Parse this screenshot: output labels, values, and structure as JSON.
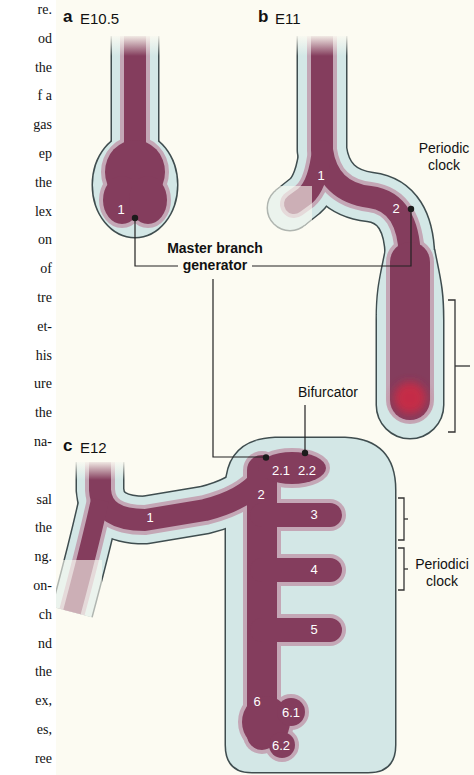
{
  "diagram": {
    "labels": [
      "re.",
      "od",
      "the",
      "f a",
      "gas",
      "ep",
      "the",
      "lex",
      "on",
      "of",
      "tre",
      "et-",
      "his",
      "ure",
      "the",
      "na-",
      "sal",
      "the",
      "ng.",
      "on-",
      "ch",
      "nd",
      "the",
      "ex,",
      "es,",
      "ree",
      "a",
      "E10.5",
      "b",
      "E11",
      "1",
      "1",
      "2",
      "Periodic clock",
      "Master branch generator",
      "c",
      "E12",
      "Bifurcator",
      "1",
      "2.1",
      "2",
      "2.2",
      "3",
      "4",
      "5",
      "6",
      "6.1",
      "6.2",
      "Periodici clock"
    ]
  }
}
